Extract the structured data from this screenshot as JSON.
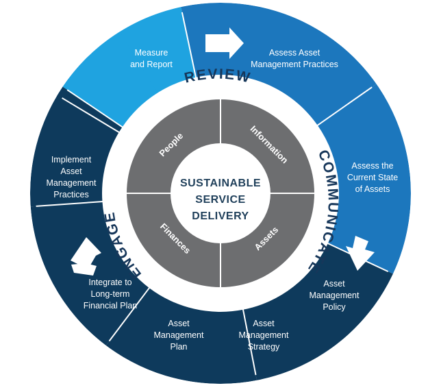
{
  "colors": {
    "light_blue": "#1fa3e0",
    "mid_blue": "#1c77bd",
    "dark_navy": "#0e3a5c",
    "white_ring": "#ffffff",
    "inner_gray": "#6d6e70",
    "center_fill": "#ffffff",
    "ring_text": "#17375a"
  },
  "center": {
    "lines": [
      "SUSTAINABLE",
      "SERVICE",
      "DELIVERY"
    ]
  },
  "ring_labels": {
    "review": "REVIEW",
    "communicate": "COMMUNICATE",
    "engage": "ENGAGE"
  },
  "inner_quadrants": {
    "people": "People",
    "information": "Information",
    "assets": "Assets",
    "finances": "Finances"
  },
  "segments": {
    "measure_report": [
      "Measure",
      "and Report"
    ],
    "assess_practices": [
      "Assess Asset",
      "Management Practices"
    ],
    "assess_current_state": [
      "Assess the",
      "Current State",
      "of Assets"
    ],
    "am_policy": [
      "Asset",
      "Management",
      "Policy"
    ],
    "am_strategy": [
      "Asset",
      "Management",
      "Strategy"
    ],
    "am_plan": [
      "Asset",
      "Management",
      "Plan"
    ],
    "integrate_financial": [
      "Integrate to",
      "Long-term",
      "Financial Plan"
    ],
    "implement_practices": [
      "Implement",
      "Asset",
      "Management",
      "Practices"
    ]
  },
  "icons": {
    "arrows": [
      "arrow-right-icon",
      "arrow-down-icon",
      "arrow-up-icon"
    ]
  }
}
